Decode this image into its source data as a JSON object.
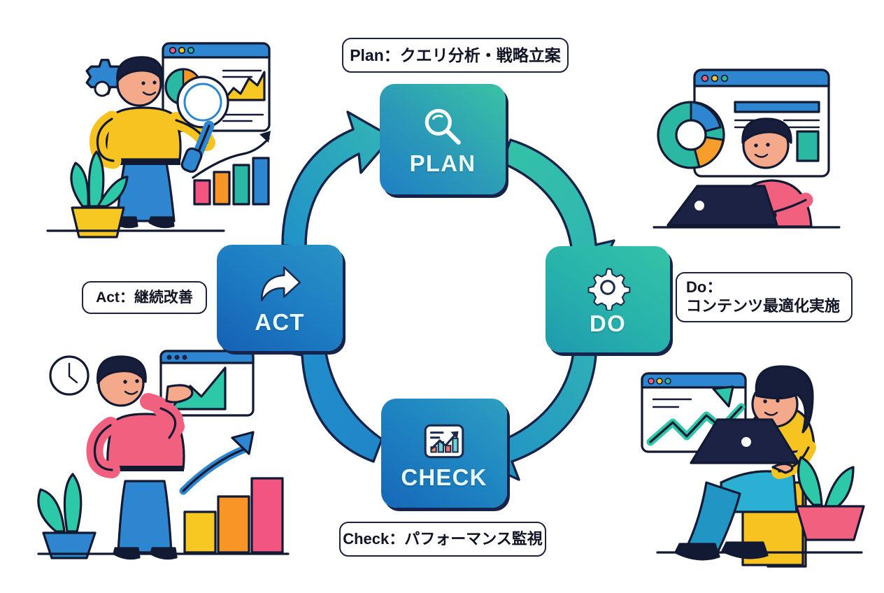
{
  "diagram": {
    "type": "pdca-cycle",
    "title": "PDCA Cycle",
    "background_color": "#ffffff"
  },
  "stages": [
    {
      "id": "plan",
      "label": "PLAN",
      "icon": "magnifier-icon",
      "position": "top",
      "gradient_from": "#1f7fc4",
      "gradient_to": "#3ac3a3"
    },
    {
      "id": "do",
      "label": "DO",
      "icon": "gear-icon",
      "position": "right",
      "gradient_from": "#1e9aae",
      "gradient_to": "#35c3a6"
    },
    {
      "id": "check",
      "label": "CHECK",
      "icon": "analytics-chart-icon",
      "position": "bottom",
      "gradient_from": "#1668b8",
      "gradient_to": "#2e9fc0"
    },
    {
      "id": "act",
      "label": "ACT",
      "icon": "forward-arrow-icon",
      "position": "left",
      "gradient_from": "#1560b4",
      "gradient_to": "#2a93c4"
    }
  ],
  "captions": {
    "plan": {
      "lines": [
        "Plan：クエリ分析・戦略立案"
      ]
    },
    "do": {
      "lines": [
        "Do：",
        "コンテンツ最適化実施"
      ]
    },
    "check": {
      "lines": [
        "Check：パフォーマンス監視"
      ]
    },
    "act": {
      "lines": [
        "Act：継続改善"
      ]
    }
  },
  "arrows": [
    {
      "id": "act-to-plan",
      "from": "ACT",
      "to": "PLAN",
      "color": "#2b8fbe"
    },
    {
      "id": "plan-to-do",
      "from": "PLAN",
      "to": "DO",
      "color": "#34bba8"
    },
    {
      "id": "do-to-check",
      "from": "DO",
      "to": "CHECK",
      "color": "#2aa4bb"
    },
    {
      "id": "check-to-act",
      "from": "CHECK",
      "to": "ACT",
      "color": "#1f86c8"
    }
  ],
  "illustrations": [
    {
      "id": "top-left",
      "name": "person-with-magnifier-illustration",
      "description": "Person in yellow sweater and blue trousers holding a magnifying glass in front of a browser window with pie chart and area chart; gear icon, potted plant and colored bar chart with rising arrow",
      "colors": {
        "sweater": "#f6c320",
        "trousers": "#2e86d0",
        "pot": "#f6c320",
        "leaves": "#2dc8a8"
      }
    },
    {
      "id": "top-right",
      "name": "person-at-laptop-illustration",
      "description": "Person in pink sweater working on a laptop with a browser window and a donut chart",
      "colors": {
        "sweater": "#f2607f",
        "laptop": "#1b2244",
        "donut_teal": "#2bb8a3",
        "donut_blue": "#2e86d0",
        "donut_orange": "#f79d2b"
      }
    },
    {
      "id": "bottom-left",
      "name": "person-pointing-at-chart-illustration",
      "description": "Person in pink sweater pointing at a browser window with teal area chart; wall clock, potted plant and rising bar chart with blue arrow",
      "colors": {
        "sweater": "#f2607f",
        "trousers": "#2e86d0",
        "bars": [
          "#f8c822",
          "#f79527",
          "#f2557f"
        ]
      }
    },
    {
      "id": "bottom-right",
      "name": "woman-on-chair-with-laptop-illustration",
      "description": "Woman in yellow sweater seated on a yellow chair using a laptop, browser window with a teal trend arrow, potted plant in pink pot",
      "colors": {
        "sweater": "#f6c320",
        "trousers": "#2bb0d4",
        "chair": "#f6c320",
        "pot": "#f2607f",
        "leaves": "#2dc8a8"
      }
    }
  ]
}
